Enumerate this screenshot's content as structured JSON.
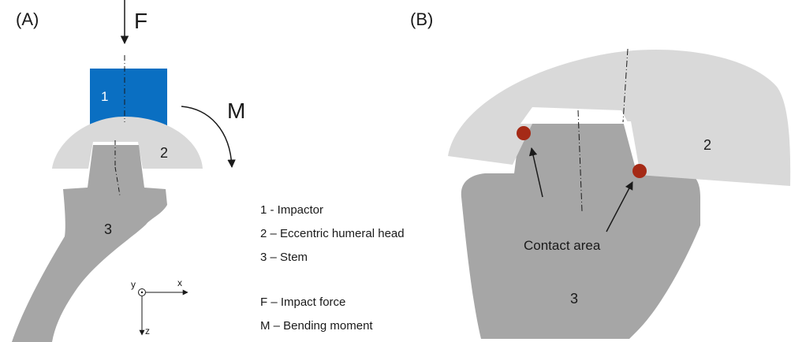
{
  "panel_a": {
    "label": "(A)",
    "force_label": "F",
    "moment_label": "M",
    "part_labels": {
      "impactor": "1",
      "head": "2",
      "stem": "3"
    },
    "axes": {
      "x": "x",
      "y": "y",
      "z": "z"
    }
  },
  "panel_b": {
    "label": "(B)",
    "part_labels": {
      "head": "2",
      "stem": "3"
    },
    "contact_label": "Contact area"
  },
  "legend": {
    "items": [
      "1 - Impactor",
      "2 – Eccentric humeral head",
      "3 – Stem",
      "F – Impact force",
      "M – Bending moment"
    ]
  },
  "colors": {
    "impactor": "#0a6fc2",
    "head": "#d9d9d9",
    "stem": "#a6a6a6",
    "contact": "#a52a16"
  }
}
